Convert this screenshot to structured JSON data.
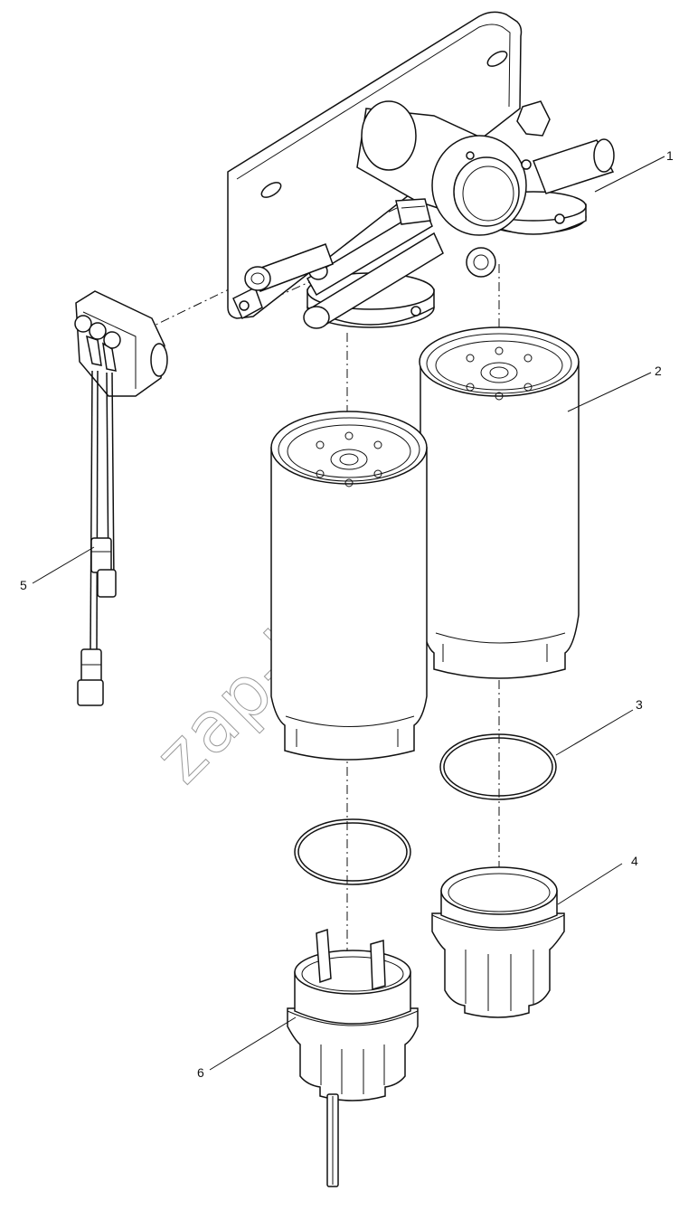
{
  "diagram": {
    "watermark": "zap-kam.ru",
    "callouts": [
      {
        "id": "1",
        "label": "1"
      },
      {
        "id": "2",
        "label": "2"
      },
      {
        "id": "3",
        "label": "3"
      },
      {
        "id": "4",
        "label": "4"
      },
      {
        "id": "5",
        "label": "5"
      },
      {
        "id": "6",
        "label": "6"
      }
    ]
  }
}
